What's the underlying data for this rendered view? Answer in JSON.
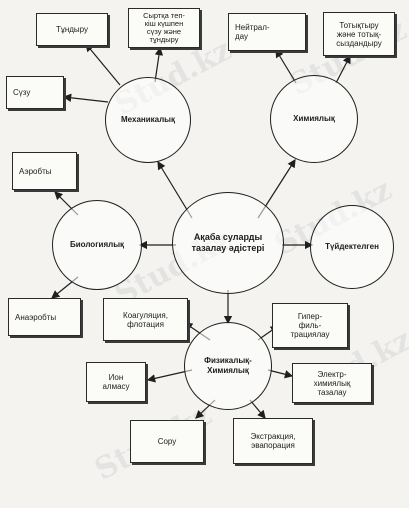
{
  "center": "Ақаба суларды\nтазалау әдістері",
  "methods": {
    "mechanical": "Механикалық",
    "chemical": "Химиялық",
    "biological": "Биологиялық",
    "physicochemical": "Физикалық-\nХимиялық",
    "distillation": "Түйдектелген"
  },
  "mechanical_items": {
    "tundyru": "Тұндыру",
    "external": "Сыртқа теп-\nкіш күшпен\nсүзу және\nтұндыру",
    "suzu": "Сүзу"
  },
  "chemical_items": {
    "neutral": "Нейтрал-\nдау",
    "redox": "Тотықтыру\nжәне тотық-\nсыздандыру"
  },
  "biological_items": {
    "aerobic": "Аэробты",
    "anaerobic": "Анаэробты"
  },
  "physicochemical_items": {
    "coagulation": "Коагуляция,\nфлотация",
    "hyperfiltration": "Гипер-\nфиль-\nтрациялау",
    "ion": "Ион\nалмасу",
    "electrochem": "Электр-\nхимиялық\nтазалау",
    "soru": "Сору",
    "extraction": "Экстракция,\nэвапорация"
  },
  "watermark": "Stud.kz"
}
